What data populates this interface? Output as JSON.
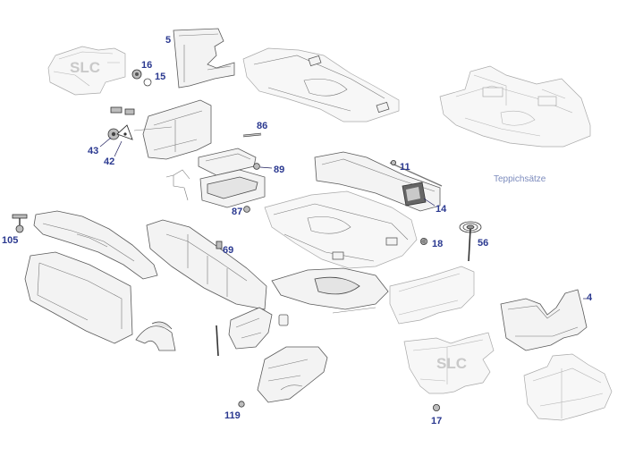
{
  "diagram": {
    "watermark": "SLC",
    "kit_label": "Teppichsätze",
    "callouts": {
      "c4": "4",
      "c5": "5",
      "c11": "11",
      "c14": "14",
      "c15": "15",
      "c16": "16",
      "c17": "17",
      "c18": "18",
      "c42": "42",
      "c43": "43",
      "c56": "56",
      "c69": "69",
      "c86": "86",
      "c87": "87",
      "c89": "89",
      "c105": "105",
      "c119": "119"
    },
    "colors": {
      "callout": "#2b3990",
      "kit_label": "#7c8bbd",
      "outline": "#5a5a5a",
      "watermark": "#c9c9c9"
    }
  }
}
